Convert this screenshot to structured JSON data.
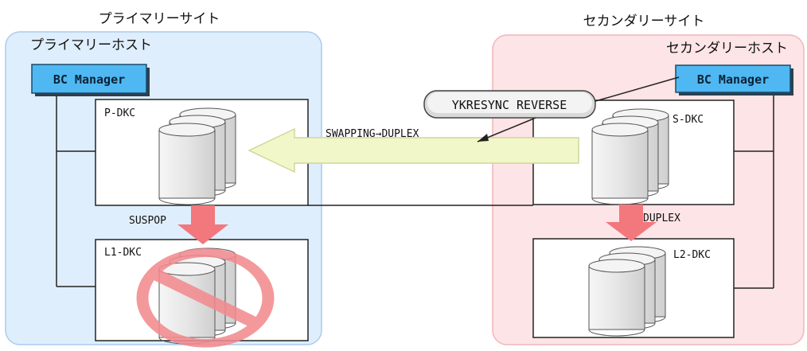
{
  "primary_site": {
    "title": "プライマリーサイト",
    "host_label": "プライマリーホスト",
    "bc_manager": "BC Manager",
    "p_dkc": "P-DKC",
    "l1_dkc": "L1-DKC",
    "suspop_label": "SUSPOP"
  },
  "secondary_site": {
    "title": "セカンダリーサイト",
    "host_label": "セカンダリーホスト",
    "bc_manager": "BC Manager",
    "s_dkc": "S-DKC",
    "l2_dkc": "L2-DKC",
    "duplex_label": "DUPLEX"
  },
  "command": {
    "label": "YKRESYNC REVERSE",
    "status_label": "SWAPPING→DUPLEX"
  },
  "colors": {
    "primary_bg": "#dfeefc",
    "primary_border": "#a9ccef",
    "secondary_bg": "#fde4e6",
    "secondary_border": "#f0b6bc",
    "bc_manager_fill": "#4fb8f2",
    "pink_arrow": "#f2787e",
    "forbidden": "#f28b8f",
    "swap_arrow_fill": "#f2f7c9",
    "swap_arrow_stroke": "#cfd79a",
    "disk_fill": "#e4e4e4"
  }
}
